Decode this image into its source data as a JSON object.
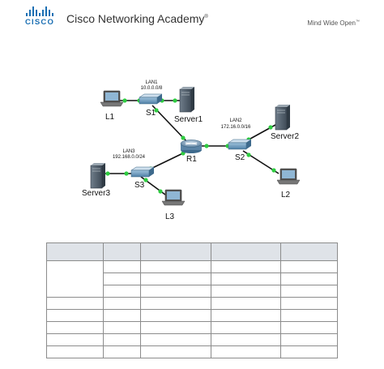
{
  "header": {
    "logo_text": "CISCO",
    "title": "Cisco Networking Academy",
    "title_mark": "®",
    "tagline": "Mind Wide Open",
    "tagline_mark": "™"
  },
  "topology": {
    "lans": [
      {
        "name": "LAN1",
        "network": "10.0.0.0/8"
      },
      {
        "name": "LAN2",
        "network": "172.16.0.0/16"
      },
      {
        "name": "LAN3",
        "network": "192.168.0.0/24"
      }
    ],
    "devices": {
      "L1": "L1",
      "S1": "S1",
      "Server1": "Server1",
      "R1": "R1",
      "S2": "S2",
      "Server2": "Server2",
      "L2": "L2",
      "S3": "S3",
      "Server3": "Server3",
      "L3": "L3"
    },
    "colors": {
      "link": "#111111",
      "port": "#2ecc40"
    }
  },
  "table": {
    "headers": [
      "",
      "",
      "",
      "",
      ""
    ],
    "rows": [
      [
        "",
        "",
        "",
        "",
        ""
      ],
      [
        "",
        "",
        "",
        "",
        ""
      ],
      [
        "",
        "",
        "",
        "",
        ""
      ],
      [
        "",
        "",
        "",
        "",
        ""
      ],
      [
        "",
        "",
        "",
        "",
        ""
      ],
      [
        "",
        "",
        "",
        "",
        ""
      ],
      [
        "",
        "",
        "",
        "",
        ""
      ],
      [
        "",
        "",
        "",
        "",
        ""
      ]
    ]
  }
}
